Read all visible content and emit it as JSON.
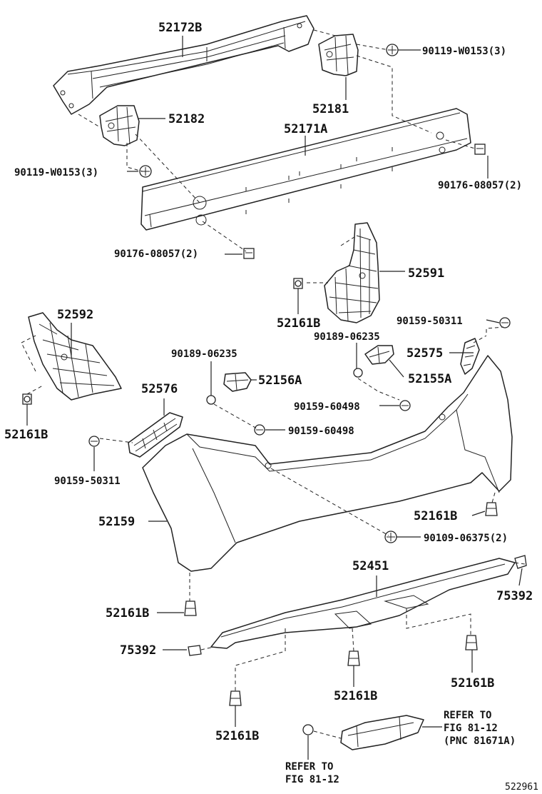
{
  "labels": {
    "p52172B": "52172B",
    "p52181": "52181",
    "p52182": "52182",
    "p52171A": "52171A",
    "p90119_top": "90119-W0153(3)",
    "p90119_left": "90119-W0153(3)",
    "p90176_right": "90176-08057(2)",
    "p90176_left": "90176-08057(2)",
    "p52591": "52591",
    "p52161B_1": "52161B",
    "p52592": "52592",
    "p52161B_2": "52161B",
    "p90159_50311_right": "90159-50311",
    "p90189_right": "90189-06235",
    "p52575": "52575",
    "p52155A": "52155A",
    "p90189_left": "90189-06235",
    "p52156A": "52156A",
    "p90159_60498_right": "90159-60498",
    "p52576": "52576",
    "p90159_60498_left": "90159-60498",
    "p90159_50311_left": "90159-50311",
    "p52159": "52159",
    "p52161B_3": "52161B",
    "p90109": "90109-06375(2)",
    "p52451": "52451",
    "p75392_right": "75392",
    "p52161B_4": "52161B",
    "p75392_left": "75392",
    "p52161B_5": "52161B",
    "p52161B_6": "52161B",
    "p52161B_7": "52161B",
    "refer_right_1": "REFER TO",
    "refer_right_2": "FIG 81-12",
    "refer_right_3": "(PNC 81671A)",
    "refer_bottom_1": "REFER TO",
    "refer_bottom_2": "FIG 81-12",
    "figure_id": "522961"
  }
}
